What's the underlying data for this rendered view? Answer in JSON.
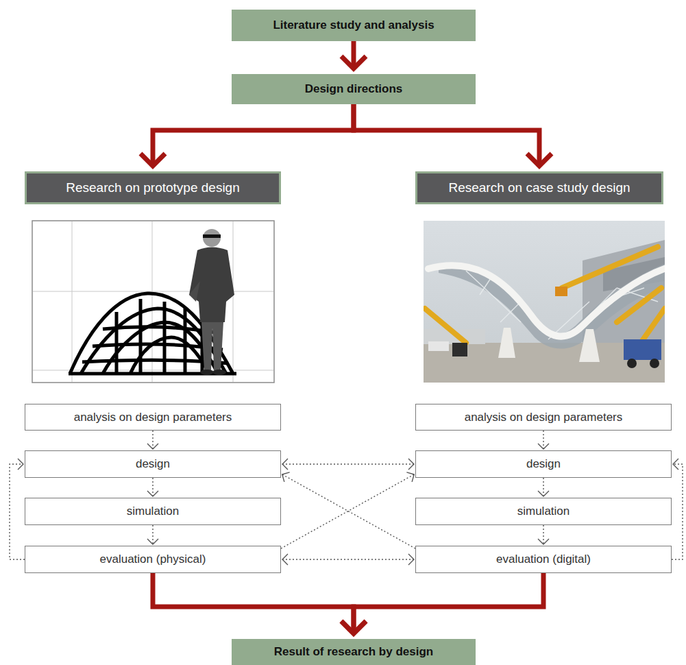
{
  "diagram": {
    "nodes": [
      {
        "text": [
          "Literature study and analysis"
        ]
      },
      {
        "text": [
          "Design directions"
        ]
      },
      {
        "text": [
          "Research on prototype design"
        ]
      },
      {
        "text": [
          "Research on case study design"
        ]
      },
      {
        "text": [
          "analysis on design parameters"
        ]
      },
      {
        "text": [
          "analysis on design parameters"
        ]
      },
      {
        "text": [
          "design"
        ]
      },
      {
        "text": [
          "design"
        ]
      },
      {
        "text": [
          "simulation"
        ]
      },
      {
        "text": [
          "simulation"
        ]
      },
      {
        "text": [
          "evaluation (physical)"
        ]
      },
      {
        "text": [
          "evaluation (digital)"
        ]
      },
      {
        "text": [
          "Result of research by design"
        ]
      }
    ],
    "edges": [
      {
        "from": 0,
        "to": 1,
        "arrow": "to"
      },
      {
        "from": 1,
        "to": 2,
        "arrow": "to"
      },
      {
        "from": 1,
        "to": 3,
        "arrow": "to"
      },
      {
        "from": 4,
        "to": 6,
        "arrow": "to"
      },
      {
        "from": 6,
        "to": 8,
        "arrow": "to"
      },
      {
        "from": 8,
        "to": 10,
        "arrow": "to"
      },
      {
        "from": 5,
        "to": 7,
        "arrow": "to"
      },
      {
        "from": 7,
        "to": 9,
        "arrow": "to"
      },
      {
        "from": 9,
        "to": 11,
        "arrow": "to"
      },
      {
        "from": 10,
        "to": 6,
        "arrow": "to"
      },
      {
        "from": 11,
        "to": 7,
        "arrow": "to"
      },
      {
        "from": 6,
        "to": 7,
        "arrow": "both"
      },
      {
        "from": 10,
        "to": 11,
        "arrow": "both"
      },
      {
        "from": 10,
        "to": 7,
        "arrow": "to"
      },
      {
        "from": 11,
        "to": 6,
        "arrow": "to"
      },
      {
        "from": 10,
        "to": 12,
        "arrow": "to"
      },
      {
        "from": 11,
        "to": 12,
        "arrow": "to"
      }
    ]
  }
}
